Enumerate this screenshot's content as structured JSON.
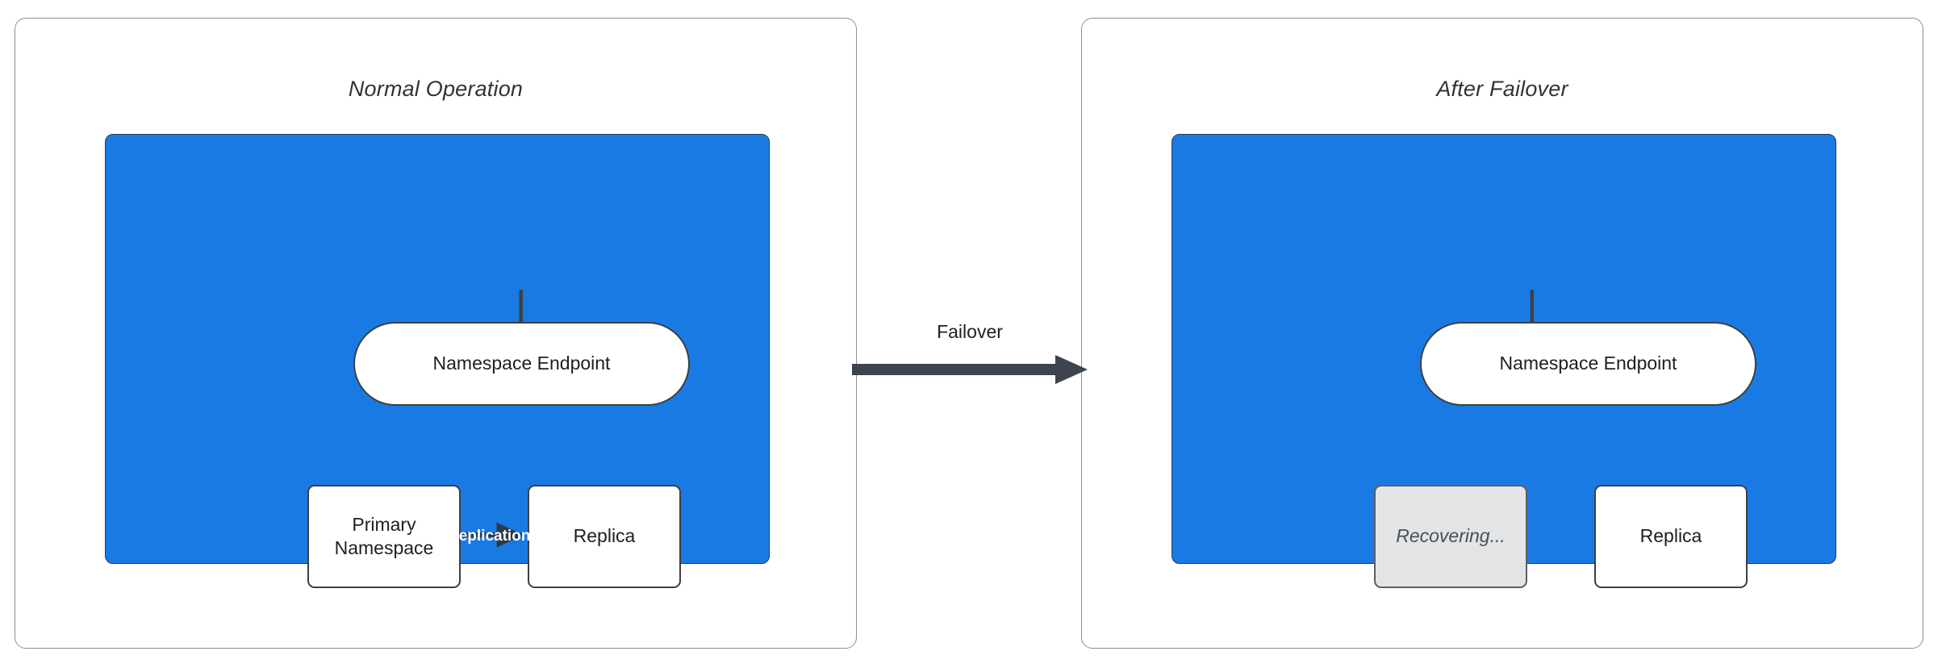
{
  "diagram": {
    "type": "failover-architecture",
    "background": "#ffffff",
    "accent_blue": "#1a7ae4",
    "stroke_dark": "#3c4043",
    "recovering_gray": "#e2e4e6"
  },
  "panels": [
    {
      "id": "normal-operation",
      "title": "Normal Operation",
      "nodes": [
        {
          "id": "endpoint",
          "label": "Namespace Endpoint",
          "shape": "stadium",
          "fill": "#ffffff"
        },
        {
          "id": "primary",
          "label": "Primary\nNamespace",
          "shape": "rect",
          "fill": "#ffffff"
        },
        {
          "id": "replica",
          "label": "Replica",
          "shape": "rect",
          "fill": "#ffffff"
        }
      ],
      "edges": [
        {
          "from": "endpoint",
          "to": "primary",
          "label": ""
        },
        {
          "from": "primary",
          "to": "replica",
          "label": "Data Replication"
        }
      ]
    },
    {
      "id": "after-failover",
      "title": "After Failover",
      "nodes": [
        {
          "id": "endpoint",
          "label": "Namespace Endpoint",
          "shape": "stadium",
          "fill": "#ffffff"
        },
        {
          "id": "recovering",
          "label": "Recovering...",
          "shape": "rect",
          "fill": "#e2e4e6"
        },
        {
          "id": "replica",
          "label": "Replica",
          "shape": "rect",
          "fill": "#ffffff"
        }
      ],
      "edges": [
        {
          "from": "endpoint",
          "to": "replica",
          "label": ""
        }
      ]
    }
  ],
  "transition": {
    "label": "Failover",
    "direction": "left-to-right"
  },
  "labels": {
    "left_title": "Normal Operation",
    "right_title": "After Failover",
    "endpoint_left": "Namespace Endpoint",
    "endpoint_right": "Namespace Endpoint",
    "primary_line1": "Primary",
    "primary_line2": "Namespace",
    "replica_left": "Replica",
    "replica_right": "Replica",
    "recovering": "Recovering...",
    "data_replication": "Data Replication",
    "failover": "Failover"
  }
}
